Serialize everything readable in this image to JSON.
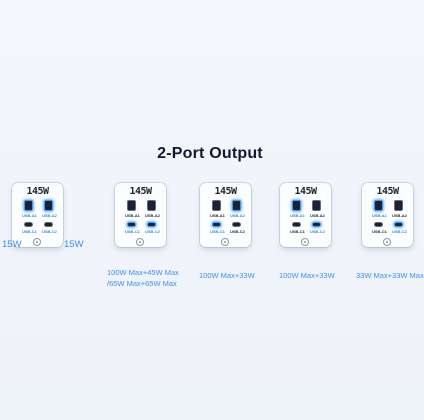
{
  "title": "2-Port Output",
  "brand": "145W",
  "port_labels": {
    "a1": "USB-A1",
    "a2": "USB-A2",
    "c1": "USB-C1",
    "c2": "USB-C2"
  },
  "colors": {
    "highlight": "#3e9bf2",
    "text": "#3f8ff0",
    "title": "#0f1b2d"
  },
  "chargers": [
    {
      "outputs": [
        "15W",
        "15W"
      ]
    },
    {
      "outputs": [
        "100W Max+45W Max",
        "/65W Max+65W Max"
      ]
    },
    {
      "outputs": [
        "100W Max+33W"
      ]
    },
    {
      "outputs": [
        "100W Max+33W"
      ]
    },
    {
      "outputs": [
        "33W Max+33W Max"
      ]
    }
  ]
}
